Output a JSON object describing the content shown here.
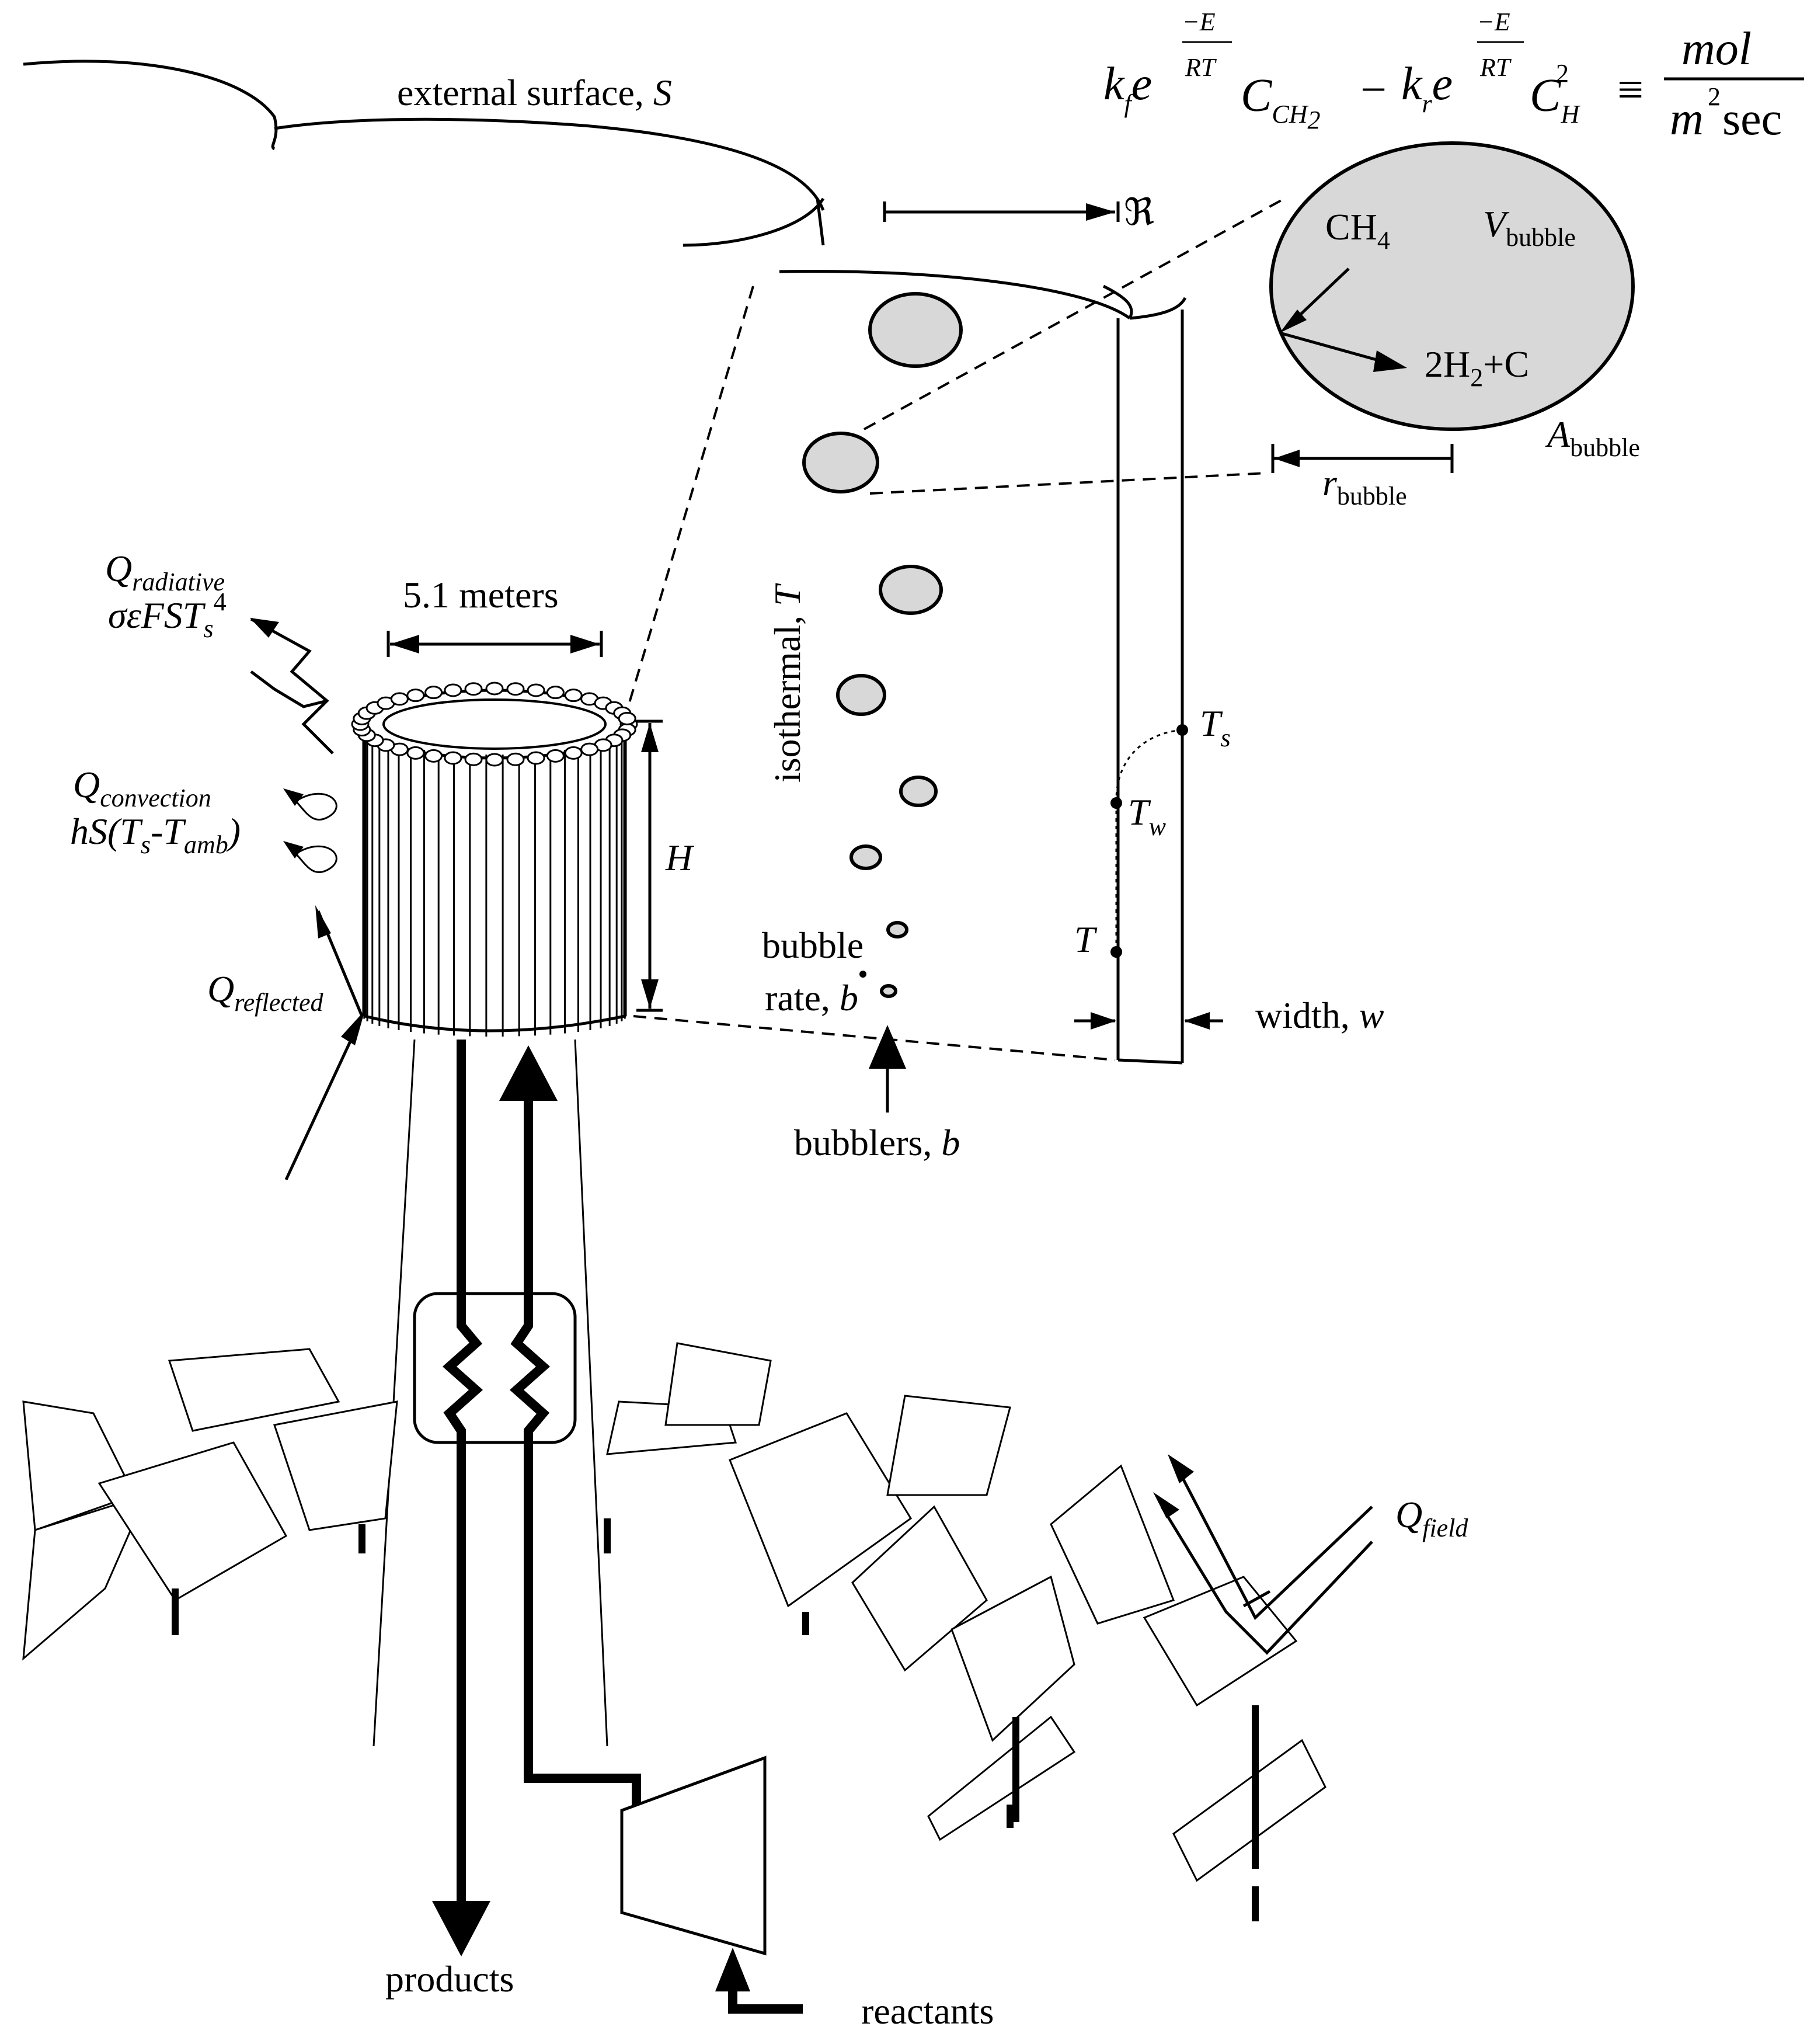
{
  "labels": {
    "external_surface": "external surface, ",
    "external_surface_var": "S",
    "R_symbol": "ℜ",
    "diameter": "5.1 meters",
    "q_radiative": "radiative",
    "q_radiative_formula": "σεFST",
    "q_convection": "convection",
    "q_convection_formula": "hS(T",
    "q_reflected": "reflected",
    "height": "H",
    "isothermal": "isothermal, ",
    "isothermal_var": "T",
    "bubble_rate_1": "bubble",
    "bubble_rate_2": "rate, ",
    "bubble_rate_var": "b",
    "bubblers": "bubblers, ",
    "bubblers_var": "b",
    "Ts": "T",
    "Ts_sub": "s",
    "Tw": "T",
    "Tw_sub": "w",
    "T": "T",
    "width": "width, ",
    "width_var": "w",
    "CH4": "CH",
    "CH4_sub": "4",
    "V_bubble": "V",
    "V_bubble_sub": "bubble",
    "products_2H2C": "2H",
    "products_2H2C_sub": "2",
    "products_2H2C_rest": "+C",
    "A_bubble": "A",
    "A_bubble_sub": "bubble",
    "r_bubble": "r",
    "r_bubble_sub": "bubble",
    "q_field": "field",
    "products": "products",
    "reactants": "reactants"
  },
  "equation": {
    "kf": "k",
    "f": "f",
    "e": "e",
    "neg_Ef": "−E",
    "RT": "RT",
    "C": "C",
    "CH4": "CH",
    "minus": "−",
    "kr": "k",
    "r": "r",
    "neg_Er": "−E",
    "H2": "H",
    "two": "2",
    "equiv": "≡",
    "mol": "mol",
    "m2sec": "m",
    "sec": " sec"
  }
}
